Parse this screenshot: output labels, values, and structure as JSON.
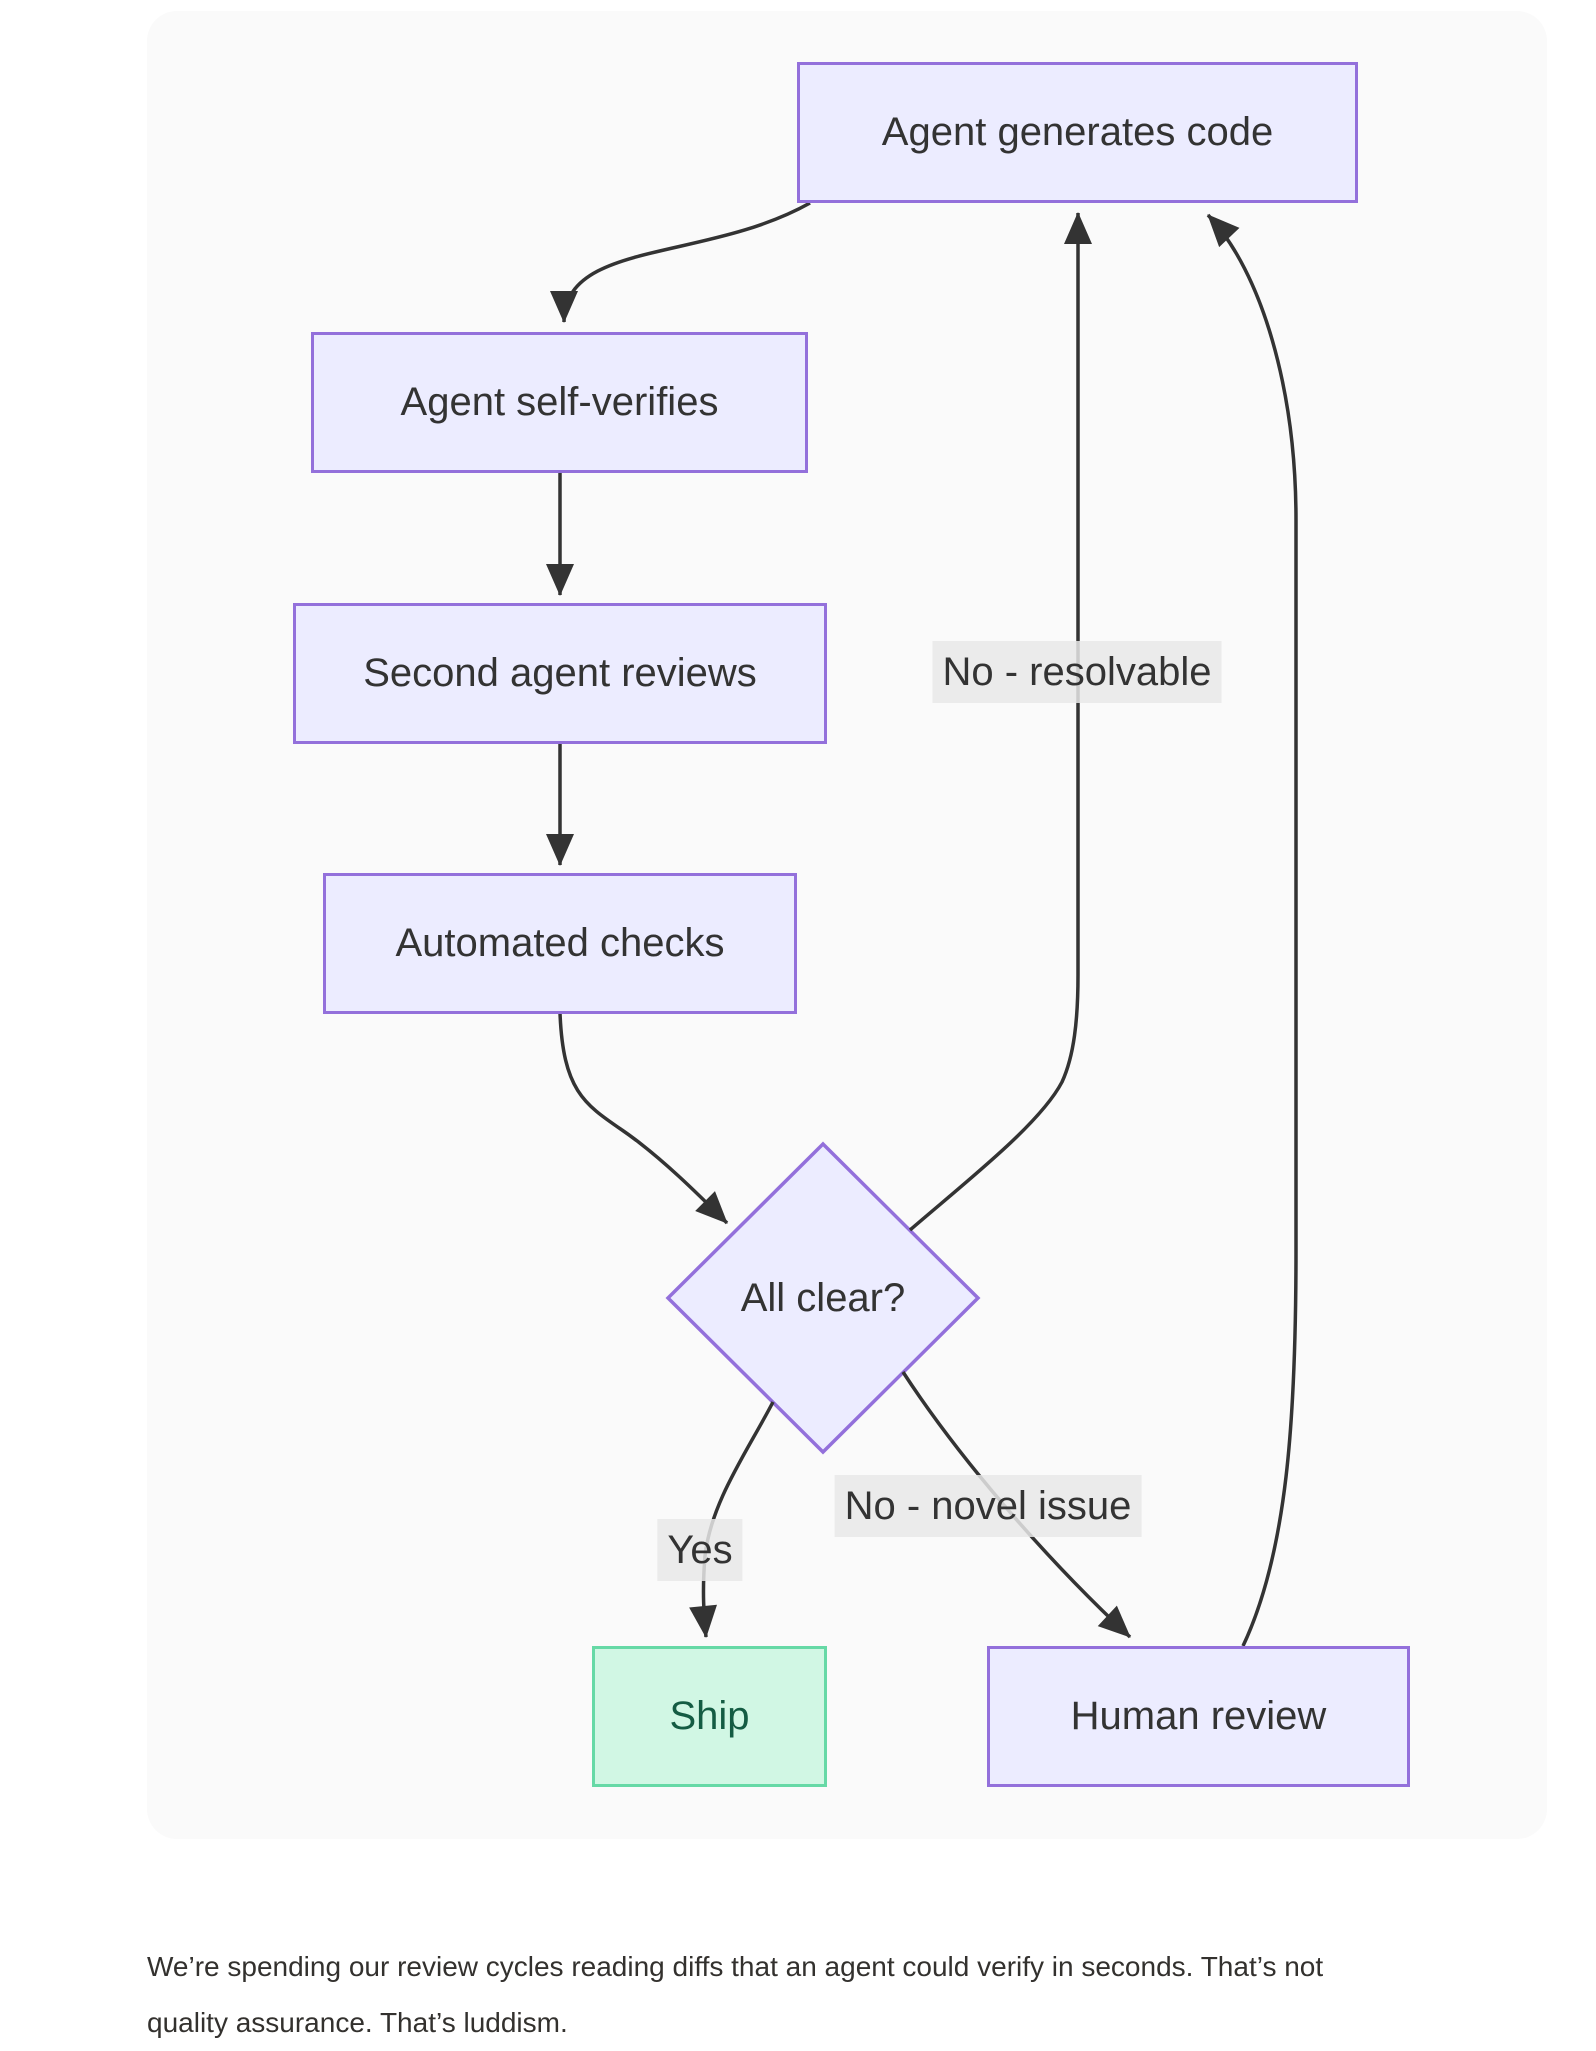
{
  "colors": {
    "page-bg": "#ffffff",
    "panel-bg": "#fafafa",
    "node-fill": "#ECECFF",
    "node-border": "#9370DB",
    "node-text": "#333333",
    "ship-fill": "#D1F7E4",
    "ship-border": "#66D9A6",
    "ship-text": "#145C43",
    "edge-stroke": "#333333",
    "edge-label-bg": "#e8e8e8",
    "caption-text": "#33312E"
  },
  "diagram": {
    "nodes": {
      "generate": "Agent generates code",
      "self_verify": "Agent self-verifies",
      "second_review": "Second agent reviews",
      "auto_checks": "Automated checks",
      "all_clear": "All clear?",
      "ship": "Ship",
      "human_review": "Human review"
    },
    "edge_labels": {
      "no_resolvable": "No - resolvable",
      "yes": "Yes",
      "no_novel": "No - novel issue"
    }
  },
  "caption": {
    "line1": "We’re spending our review cycles reading diffs that an agent could verify in seconds. That’s not",
    "line2": "quality assurance. That’s luddism."
  }
}
